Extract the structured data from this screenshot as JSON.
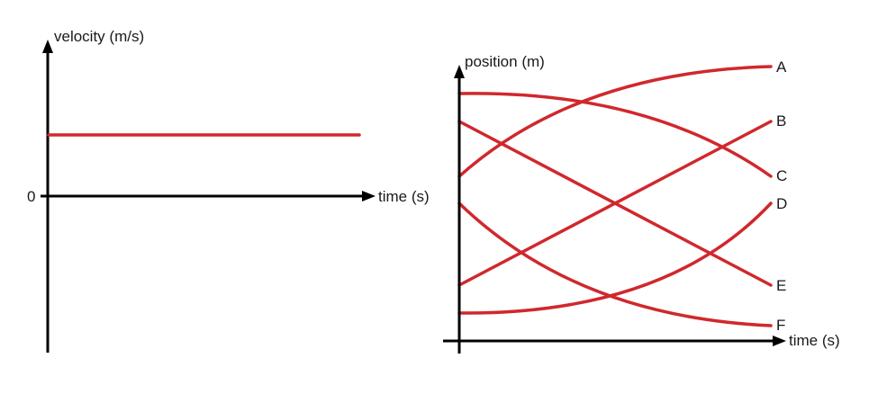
{
  "colors": {
    "curve": "#d0282d",
    "axis": "#000000"
  },
  "left_graph": {
    "y_axis_label": "velocity (m/s)",
    "x_axis_label": "time (s)",
    "zero_label": "0"
  },
  "right_graph": {
    "y_axis_label": "position (m)",
    "x_axis_label": "time (s)",
    "curves": [
      {
        "label": "A"
      },
      {
        "label": "B"
      },
      {
        "label": "C"
      },
      {
        "label": "D"
      },
      {
        "label": "E"
      },
      {
        "label": "F"
      }
    ]
  }
}
